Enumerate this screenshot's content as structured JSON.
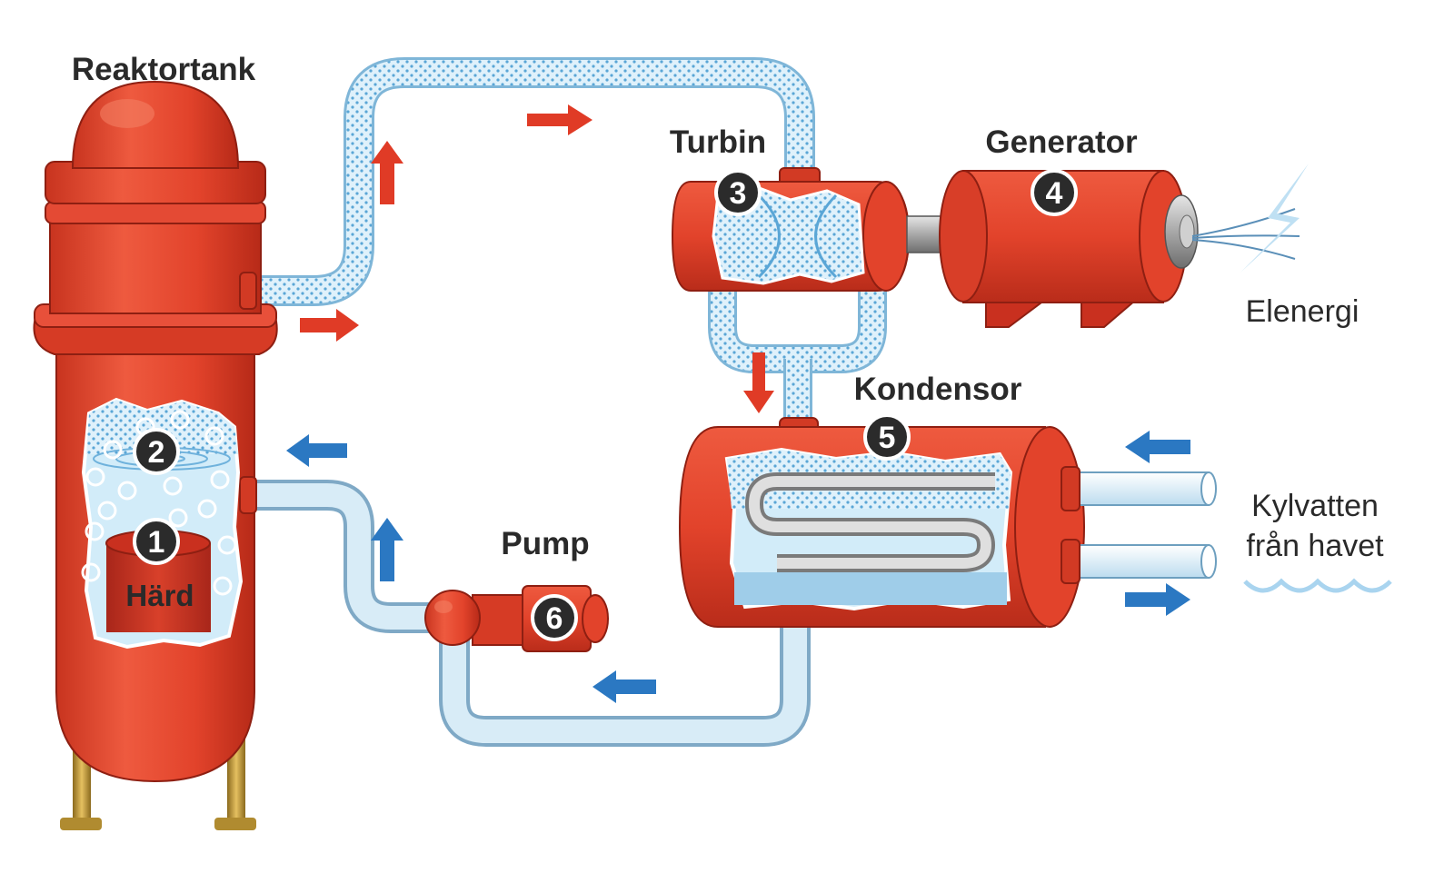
{
  "labels": {
    "reactor_tank": "Reaktortank",
    "turbine": "Turbin",
    "generator": "Generator",
    "electric_energy": "Elenergi",
    "condenser": "Kondensor",
    "cooling_water_line1": "Kylvatten",
    "cooling_water_line2": "från havet",
    "pump": "Pump",
    "core": "Härd"
  },
  "numbers": {
    "n1": "1",
    "n2": "2",
    "n3": "3",
    "n4": "4",
    "n5": "5",
    "n6": "6"
  },
  "colors": {
    "vessel_red": "#e2432b",
    "vessel_dark": "#b92c1a",
    "steam_blue": "#cfe9f7",
    "water_blue": "#bfe0f3",
    "arrow_red": "#e03b26",
    "arrow_blue": "#2b78c2",
    "badge": "#2b2b2b"
  }
}
